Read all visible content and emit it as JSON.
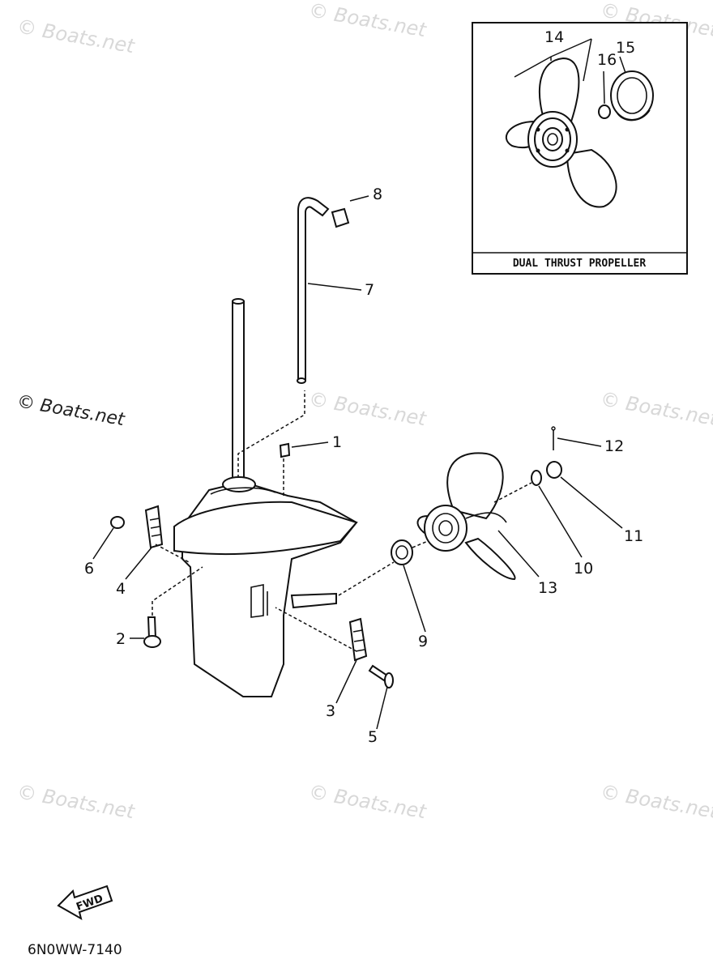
{
  "watermarks": {
    "light": "© Boats.net",
    "dark": "© Boats.net"
  },
  "inset": {
    "caption": "DUAL THRUST PROPELLER",
    "callouts": {
      "c14": "14",
      "c15": "15",
      "c16": "16"
    }
  },
  "callouts": {
    "c1": "1",
    "c2": "2",
    "c3": "3",
    "c4": "4",
    "c5": "5",
    "c6": "6",
    "c7": "7",
    "c8": "8",
    "c9": "9",
    "c10": "10",
    "c11": "11",
    "c12": "12",
    "c13": "13"
  },
  "fwd_label": "FWD",
  "diagram_code": "6N0WW-7140"
}
